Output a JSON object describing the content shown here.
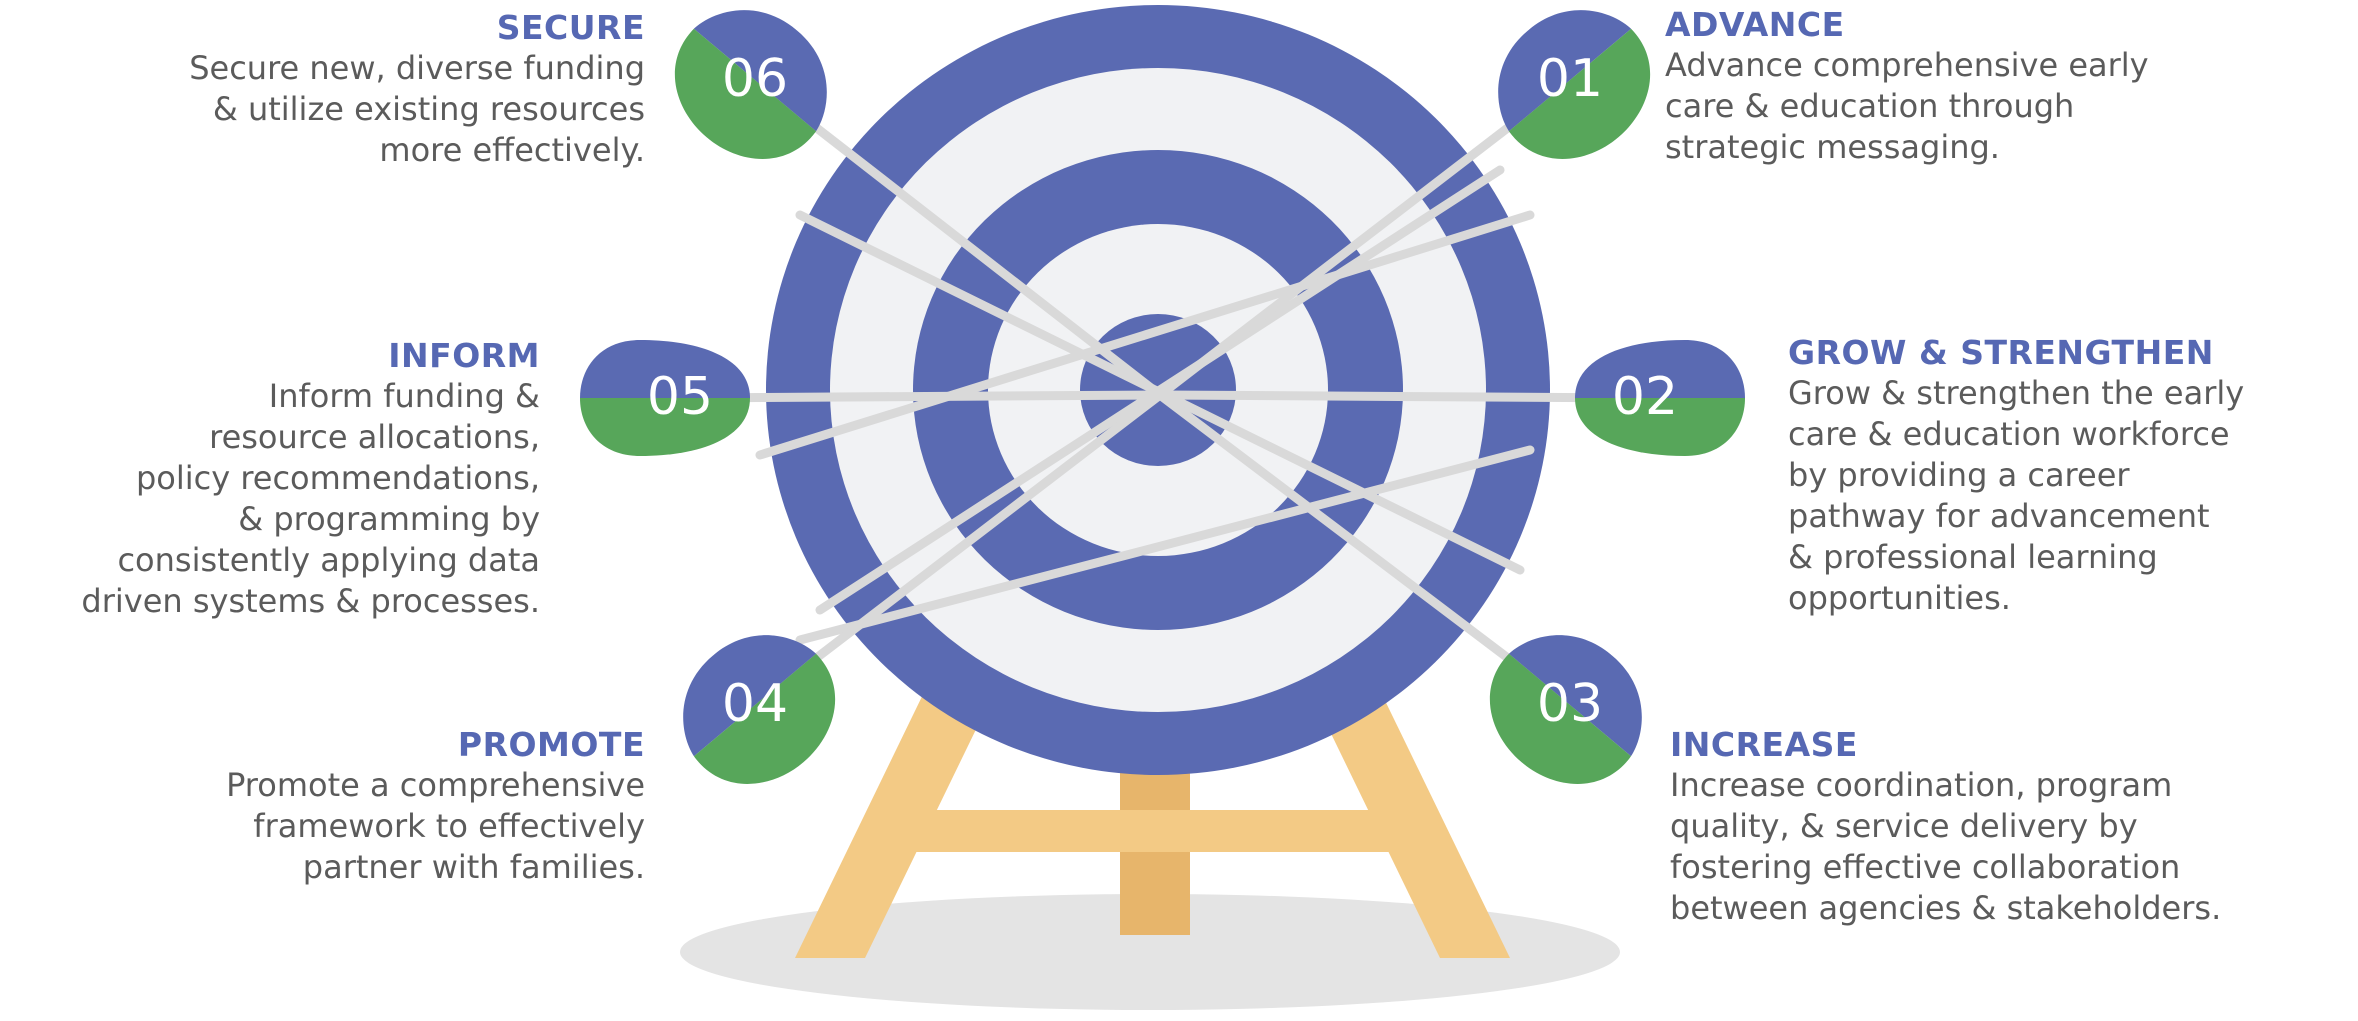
{
  "colors": {
    "blue": "#5a6ab2",
    "ring_light": "#f1f2f4",
    "green": "#57a65a",
    "easel": "#f3ca85",
    "easel_dark": "#e7b56b",
    "text_heading": "#5668b3",
    "text_body": "#5b5b5b",
    "shadow": "#e4e4e4"
  },
  "goals": [
    {
      "id": "advance",
      "number": "01",
      "icon": "dart-flight",
      "title": "ADVANCE",
      "lines": [
        "Advance comprehensive early",
        "care & education through",
        "strategic messaging."
      ]
    },
    {
      "id": "grow",
      "number": "02",
      "icon": "dart-flight",
      "title": "GROW & STRENGTHEN",
      "lines": [
        "Grow & strengthen the early",
        "care & education workforce",
        "by providing a career",
        "pathway for advancement",
        "& professional learning",
        "opportunities."
      ]
    },
    {
      "id": "increase",
      "number": "03",
      "icon": "dart-flight",
      "title": "INCREASE",
      "lines": [
        "Increase coordination, program",
        "quality, & service delivery by",
        "fostering effective collaboration",
        "between agencies & stakeholders."
      ]
    },
    {
      "id": "promote",
      "number": "04",
      "icon": "dart-flight",
      "title": "PROMOTE",
      "lines": [
        "Promote a comprehensive",
        "framework to effectively",
        "partner with families."
      ]
    },
    {
      "id": "inform",
      "number": "05",
      "icon": "dart-flight",
      "title": "INFORM",
      "lines": [
        "Inform funding &",
        "resource allocations,",
        "policy recommendations,",
        "& programming by",
        "consistently applying data",
        "driven systems & processes."
      ]
    },
    {
      "id": "secure",
      "number": "06",
      "icon": "dart-flight",
      "title": "SECURE",
      "lines": [
        "Secure new, diverse funding",
        "& utilize existing resources",
        "more effectively."
      ]
    }
  ]
}
